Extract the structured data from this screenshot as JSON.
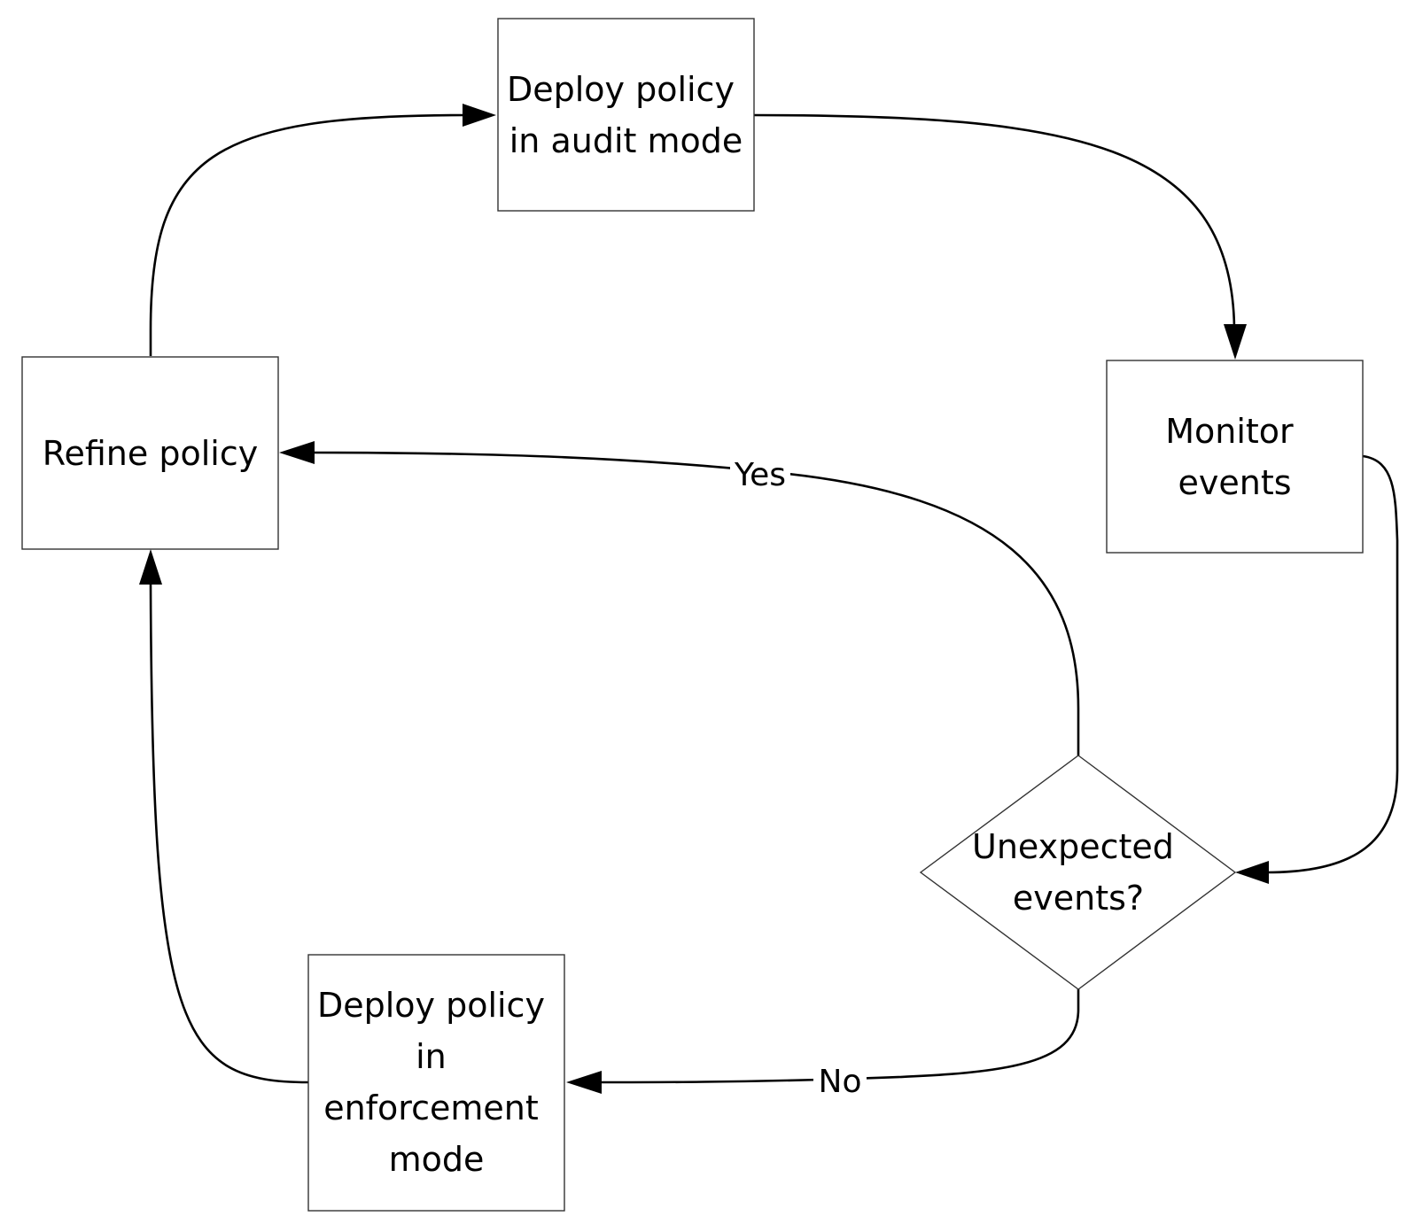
{
  "nodes": {
    "deploy_audit": {
      "lines": [
        "Deploy policy",
        "in audit mode"
      ]
    },
    "monitor": {
      "lines": [
        "Monitor",
        "events"
      ]
    },
    "decision": {
      "lines": [
        "Unexpected",
        "events?"
      ]
    },
    "refine": {
      "lines": [
        "Refine policy"
      ]
    },
    "deploy_enforce": {
      "lines": [
        "Deploy policy",
        "in",
        "enforcement",
        "mode"
      ]
    }
  },
  "edges": {
    "yes_label": "Yes",
    "no_label": "No"
  }
}
